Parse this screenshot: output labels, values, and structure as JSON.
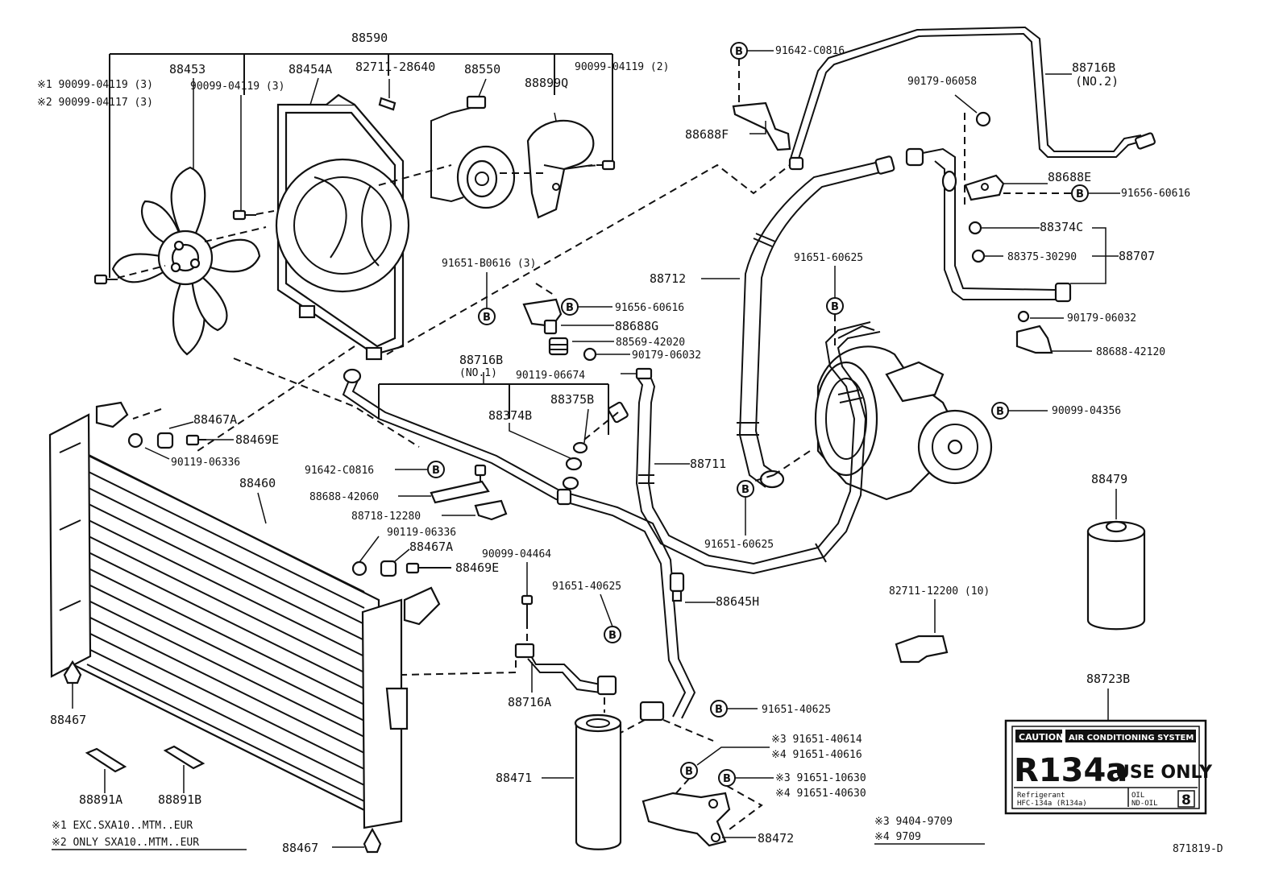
{
  "diagram_id": "871819-D",
  "callout_symbol": "B",
  "labels": {
    "p88590": "88590",
    "p88453": "88453",
    "p88454A": "88454A",
    "p82711_28640": "82711-28640",
    "p88550": "88550",
    "p88899Q": "88899Q",
    "p90099_04119_2": "90099-04119 (2)",
    "p90099_04119_3_a": "※1 90099-04119 (3)",
    "p90099_04117_3": "※2 90099-04117 (3)",
    "p90099_04119_3_b": "90099-04119 (3)",
    "p91642_C0816_top": "91642-C0816",
    "p88716B_no2": "88716B",
    "no2": "(NO.2)",
    "p90179_06058": "90179-06058",
    "p88688F": "88688F",
    "p88688E": "88688E",
    "p91656_60616_right": "91656-60616",
    "p88374C": "88374C",
    "p88375_30290": "88375-30290",
    "p88707": "88707",
    "p88712": "88712",
    "p91651_60625_top": "91651-60625",
    "p90179_06032_right": "90179-06032",
    "p88688_42120": "88688-42120",
    "p91651_B0616_3": "91651-B0616 (3)",
    "p91656_60616_mid": "91656-60616",
    "p88688G": "88688G",
    "p88569_42020": "88569-42020",
    "p90179_06032_mid": "90179-06032",
    "p88716B_no1": "88716B",
    "no1": "(NO.1)",
    "p90119_06674": "90119-06674",
    "p88375B": "88375B",
    "p88374B": "88374B",
    "p90099_04356": "90099-04356",
    "p88467A_top": "88467A",
    "p88469E_top": "88469E",
    "p90119_06336_top": "90119-06336",
    "p91642_C0816_mid": "91642-C0816",
    "p88711": "88711",
    "p88688_42060": "88688-42060",
    "p88460": "88460",
    "p88718_12280": "88718-12280",
    "p91651_60625_bot": "91651-60625",
    "p88479": "88479",
    "p90119_06336_mid": "90119-06336",
    "p88467A_mid": "88467A",
    "p88469E_mid": "88469E",
    "p90099_04464": "90099-04464",
    "p91651_40625_a": "91651-40625",
    "p88645H": "88645H",
    "p82711_12200": "82711-12200 (10)",
    "p88716A": "88716A",
    "p88467_left": "88467",
    "p91651_40625_b": "91651-40625",
    "p88723B": "88723B",
    "s3_91651_40614": "※3  91651-40614",
    "s4_91651_40616": "※4  91651-40616",
    "p88471": "88471",
    "s3_91651_10630": "※3  91651-10630",
    "s4_91651_40630": "※4  91651-40630",
    "p88891A": "88891A",
    "p88891B": "88891B",
    "note1": "※1  EXC.SXA10..MTM..EUR",
    "note2": "※2  ONLY SXA10..MTM..EUR",
    "p88467_bot": "88467",
    "p88472": "88472",
    "s3_date": "※3  9404-9709",
    "s4_date": "※4  9709"
  },
  "caution_label": {
    "caution": "CAUTION",
    "system": "AIR CONDITIONING SYSTEM",
    "refrigerant": "R134a",
    "use_only": "USE ONLY",
    "refrigerant_note": "Refrigerant",
    "refrigerant_note2": "HFC-134a (R134a)",
    "oil": "OIL",
    "oil_type": "ND-OIL",
    "oil_grade": "8"
  }
}
